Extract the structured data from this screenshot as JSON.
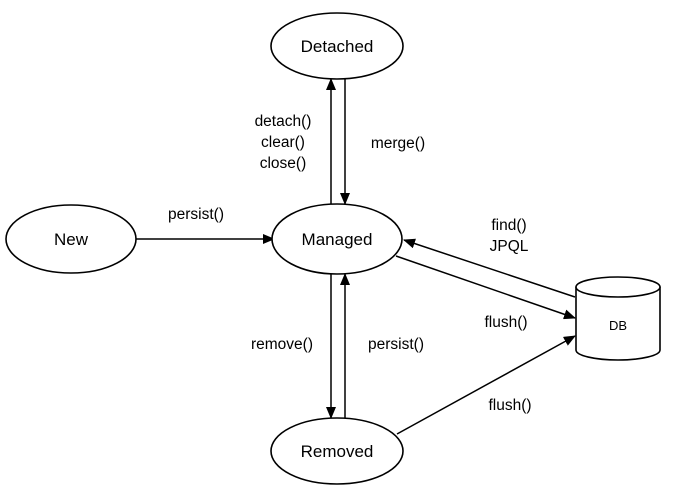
{
  "nodes": {
    "new": "New",
    "managed": "Managed",
    "detached": "Detached",
    "removed": "Removed",
    "db": "DB"
  },
  "edges": {
    "persist_new": "persist()",
    "detach_lines": [
      "detach()",
      "clear()",
      "close()"
    ],
    "merge": "merge()",
    "find_lines": [
      "find()",
      "JPQL"
    ],
    "flush_managed": "flush()",
    "remove": "remove()",
    "persist_removed": "persist()",
    "flush_removed": "flush()"
  }
}
